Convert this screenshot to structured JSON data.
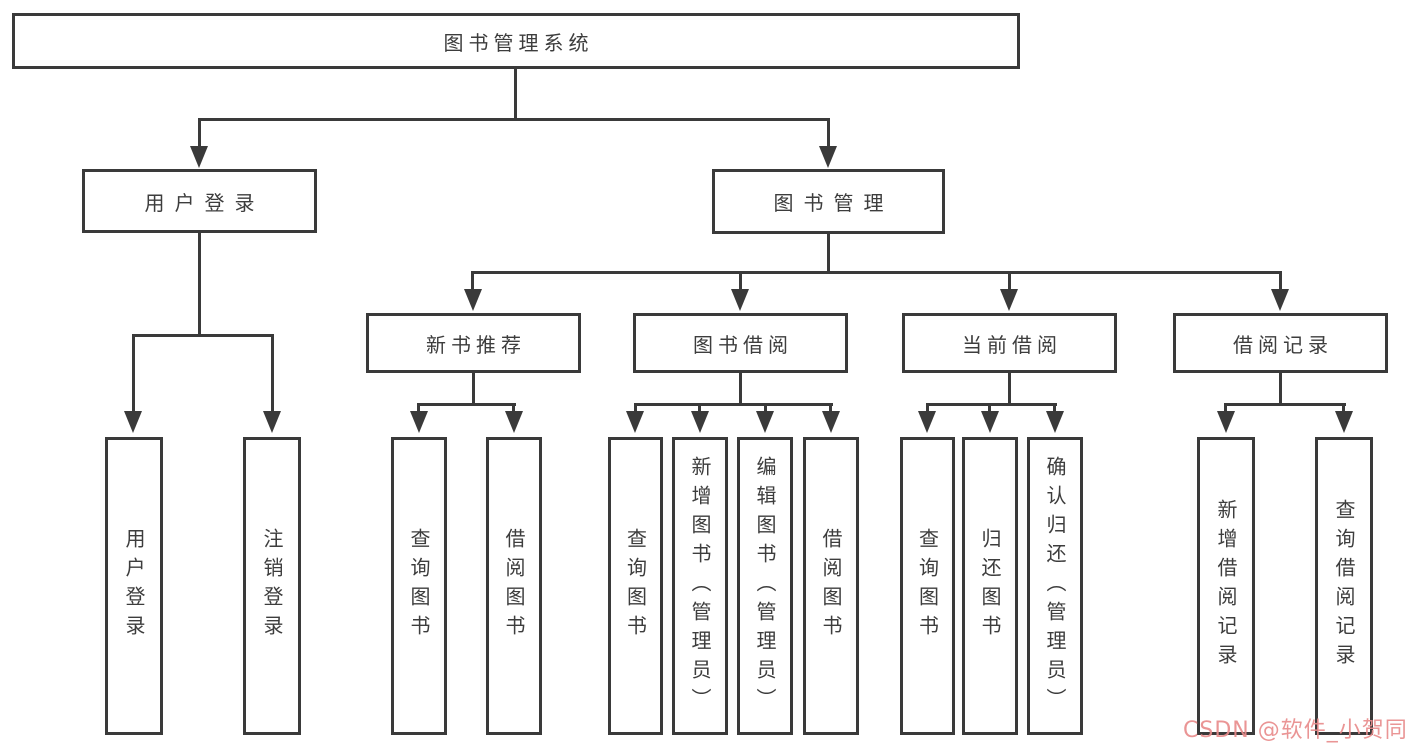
{
  "title": "图书管理系统",
  "tree": {
    "label": "图书管理系统",
    "children": [
      {
        "label": "用户登录",
        "children": [
          {
            "label": "用户登录"
          },
          {
            "label": "注销登录"
          }
        ]
      },
      {
        "label": "图书管理",
        "children": [
          {
            "label": "新书推荐",
            "children": [
              {
                "label": "查询图书"
              },
              {
                "label": "借阅图书"
              }
            ]
          },
          {
            "label": "图书借阅",
            "children": [
              {
                "label": "查询图书"
              },
              {
                "label": "新增图书（管理员）"
              },
              {
                "label": "编辑图书（管理员）"
              },
              {
                "label": "借阅图书"
              }
            ]
          },
          {
            "label": "当前借阅",
            "children": [
              {
                "label": "查询图书"
              },
              {
                "label": "归还图书"
              },
              {
                "label": "确认归还（管理员）"
              }
            ]
          },
          {
            "label": "借阅记录",
            "children": [
              {
                "label": "新增借阅记录"
              },
              {
                "label": "查询借阅记录"
              }
            ]
          }
        ]
      }
    ]
  },
  "watermark": {
    "text": "CSDN @软件_小贺同学",
    "color": "#e88c8c"
  },
  "colors": {
    "line": "#3a3a3a",
    "text": "#3d3d3d",
    "background": "#ffffff"
  }
}
